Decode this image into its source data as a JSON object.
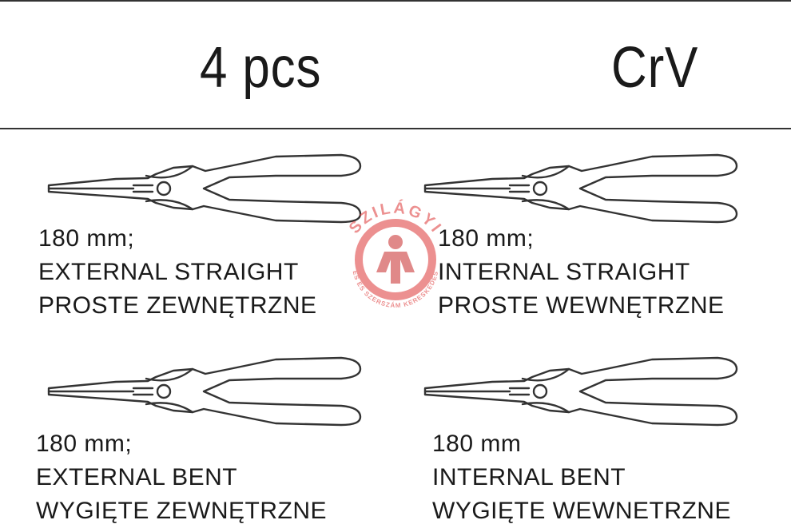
{
  "header": {
    "quantity": "4 pcs",
    "material": "CrV"
  },
  "tools": [
    {
      "size": "180 mm;",
      "name_en": "EXTERNAL STRAIGHT",
      "name_pl": "PROSTE ZEWNĘTRZNE"
    },
    {
      "size": "180 mm;",
      "name_en": "INTERNAL STRAIGHT",
      "name_pl": "PROSTE WEWNĘTRZNE"
    },
    {
      "size": "180 mm;",
      "name_en": "EXTERNAL BENT",
      "name_pl": "WYGIĘTE ZEWNĘTRZNE"
    },
    {
      "size": "180 mm",
      "name_en": "INTERNAL BENT",
      "name_pl": "WYGIĘTE WEWNETRZNE"
    }
  ],
  "watermark": {
    "brand": "SZILÁGYI",
    "tagline": "ES ÉS SZERSZÁM KERESKEDÉS",
    "color": "#e04848"
  },
  "colors": {
    "line": "#333333",
    "text": "#1a1a1a",
    "background": "#ffffff"
  }
}
